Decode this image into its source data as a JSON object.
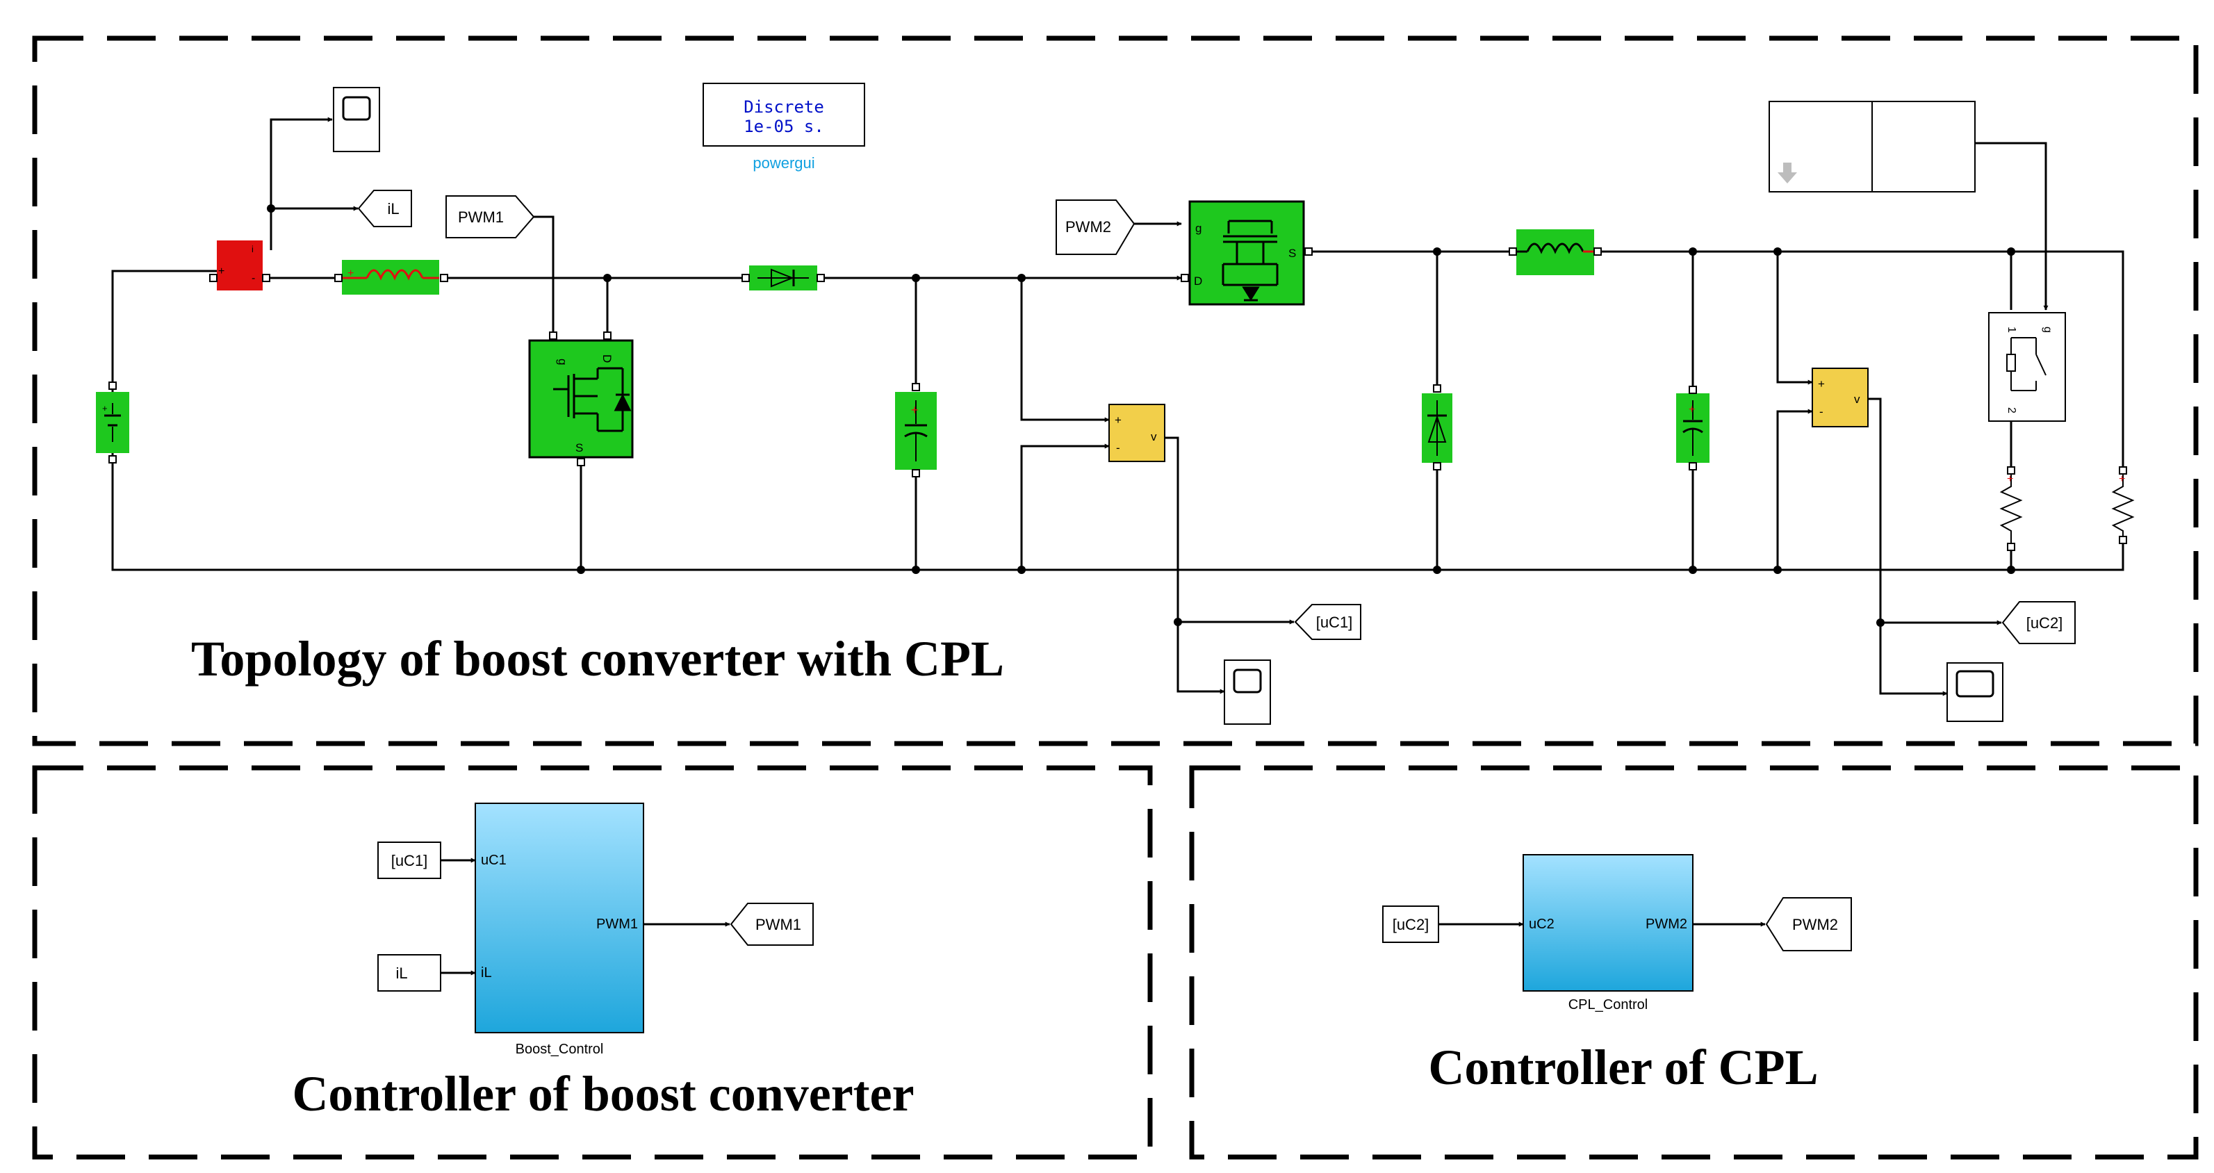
{
  "powergui": {
    "mode": "Discrete",
    "sample_time": "1e-05 s.",
    "label": "powergui"
  },
  "tags": {
    "iL": "iL",
    "pwm1_from": "PWM1",
    "pwm2_from": "PWM2",
    "uC1_goto": "[uC1]",
    "uC2_goto": "[uC2]"
  },
  "ports": {
    "mosfet_gate": "g",
    "mosfet_drain": "D",
    "mosfet_source": "S",
    "mosfet_drain_small": "D",
    "switch_in1": "1",
    "switch_in2": "2",
    "switch_gate": "g",
    "vm_plus": "+",
    "vm_minus": "-",
    "vm_out": "v",
    "cm_plus": "+",
    "cm_minus": "-",
    "cm_out": "i"
  },
  "boost_control": {
    "name": "Boost_Control",
    "in1": "uC1",
    "in2": "iL",
    "out": "PWM1",
    "from1": "[uC1]",
    "from2": "iL",
    "goto_out": "PWM1"
  },
  "cpl_control": {
    "name": "CPL_Control",
    "in": "uC2",
    "out": "PWM2",
    "from": "[uC2]",
    "goto_out": "PWM2"
  },
  "section_titles": {
    "topology": "Topology of boost converter with CPL",
    "boost_controller": "Controller of boost converter",
    "cpl_controller": "Controller of CPL"
  },
  "colors": {
    "component_green": "#1ec81e",
    "sensor_red": "#e01010",
    "voltmeter_yellow": "#f2cf4a",
    "subsystem_blue_top": "#a4e2ff",
    "subsystem_blue_bottom": "#1ea6dc",
    "powergui_text": "#0010c8",
    "powergui_label": "#10a0e0"
  }
}
